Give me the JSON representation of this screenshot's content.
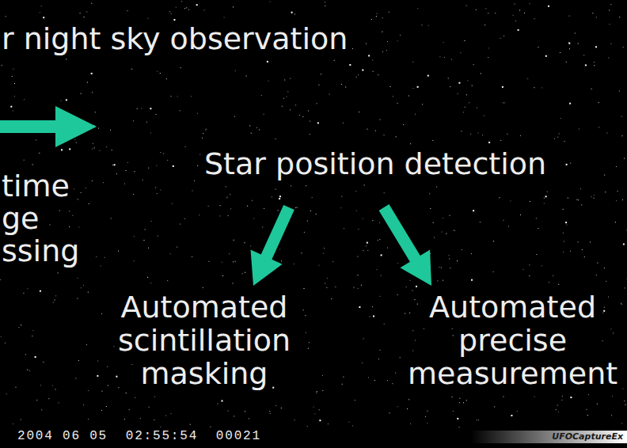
{
  "diagram": {
    "nodes": [
      {
        "text": [
          "Star position detection"
        ]
      },
      {
        "text": [
          "Automated scintillation masking"
        ]
      },
      {
        "text": [
          "Automated precise measurement"
        ]
      }
    ],
    "edges": [
      {
        "from": 0,
        "to": 1,
        "arrow": "to"
      },
      {
        "from": 0,
        "to": 2,
        "arrow": "to"
      }
    ],
    "labels": [
      "r night sky observation",
      "time ge ssing",
      "2004 06 05  02:55:54  00021",
      "UFOCaptureEx"
    ]
  }
}
